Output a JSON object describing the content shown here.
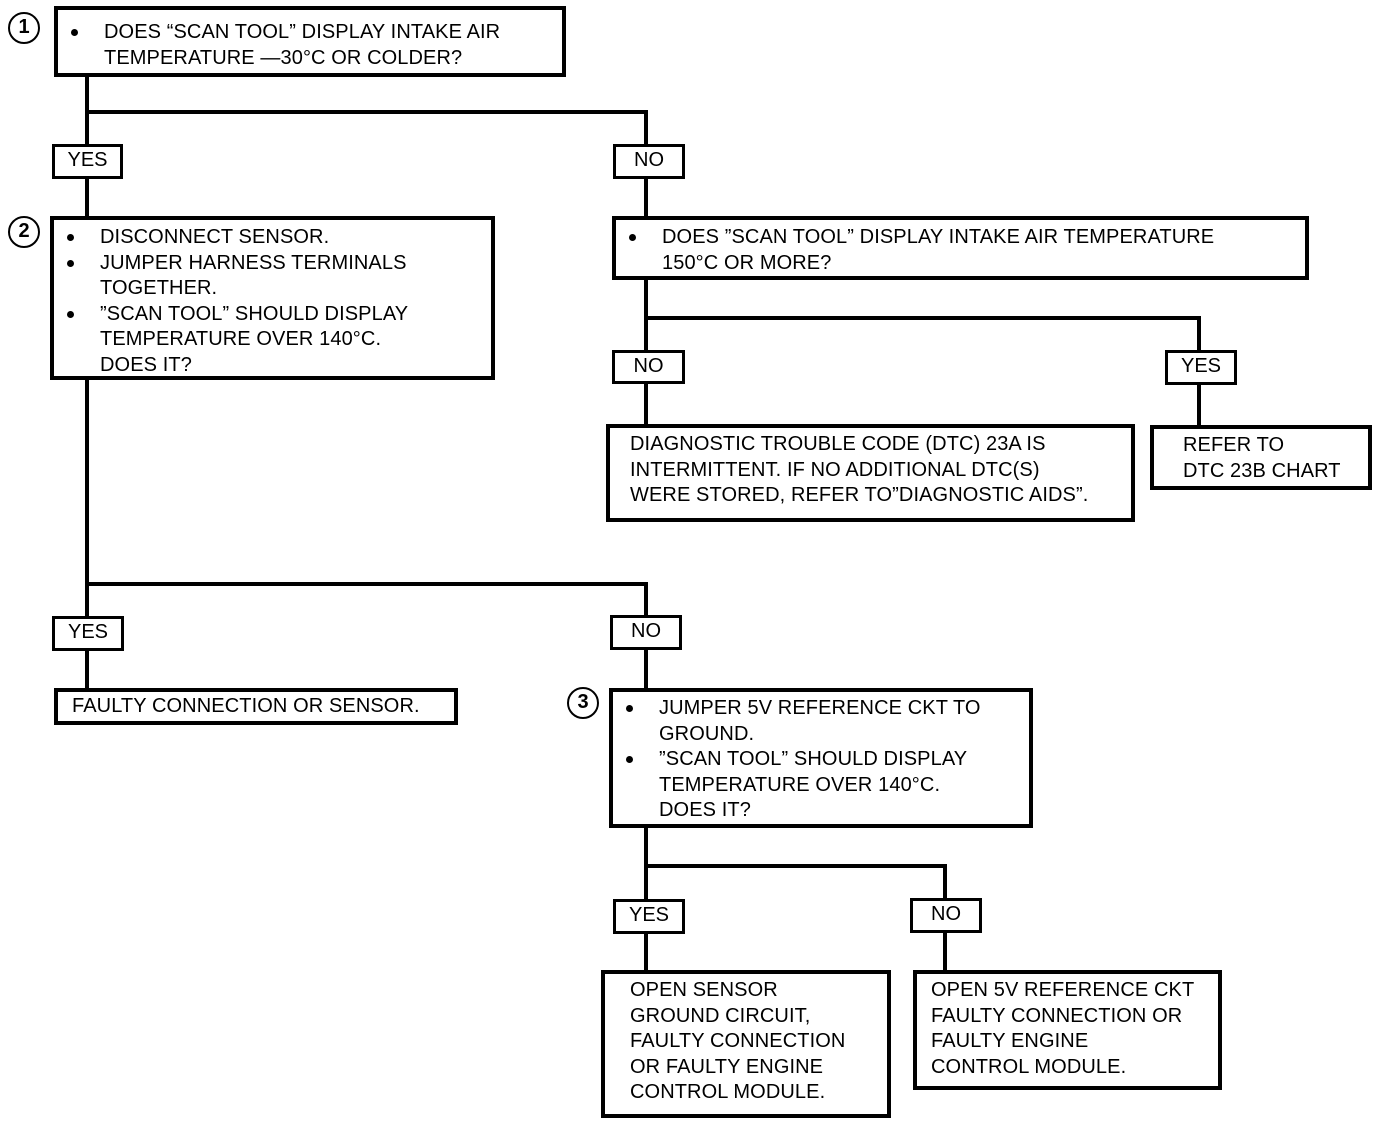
{
  "steps": {
    "s1": "1",
    "s2": "2",
    "s3": "3"
  },
  "boxes": {
    "q1": [
      "DOES “SCAN TOOL” DISPLAY INTAKE AIR\nTEMPERATURE —30°C OR COLDER?"
    ],
    "q2": [
      "DISCONNECT SENSOR.",
      "JUMPER HARNESS TERMINALS\nTOGETHER.",
      "”SCAN TOOL” SHOULD DISPLAY\nTEMPERATURE OVER 140°C.\nDOES IT?"
    ],
    "q4": [
      "DOES ”SCAN TOOL” DISPLAY INTAKE AIR TEMPERATURE\n150°C OR MORE?"
    ],
    "q3": [
      "JUMPER 5V REFERENCE CKT TO\nGROUND.",
      "”SCAN TOOL” SHOULD DISPLAY\nTEMPERATURE OVER 140°C.\nDOES IT?"
    ],
    "intermittent": "DIAGNOSTIC TROUBLE CODE (DTC) 23A IS\nINTERMITTENT.  IF NO ADDITIONAL DTC(S)\nWERE STORED, REFER TO”DIAGNOSTIC AIDS”.",
    "refer_23b": "REFER TO\nDTC 23B CHART",
    "faulty_conn": "FAULTY CONNECTION OR SENSOR.",
    "open_ground": "OPEN SENSOR\nGROUND CIRCUIT,\nFAULTY CONNECTION\nOR FAULTY ENGINE\nCONTROL MODULE.",
    "open_5v": "OPEN 5V REFERENCE CKT\nFAULTY CONNECTION OR\nFAULTY ENGINE\nCONTROL MODULE."
  },
  "labels": {
    "yes": "YES",
    "no": "NO"
  }
}
